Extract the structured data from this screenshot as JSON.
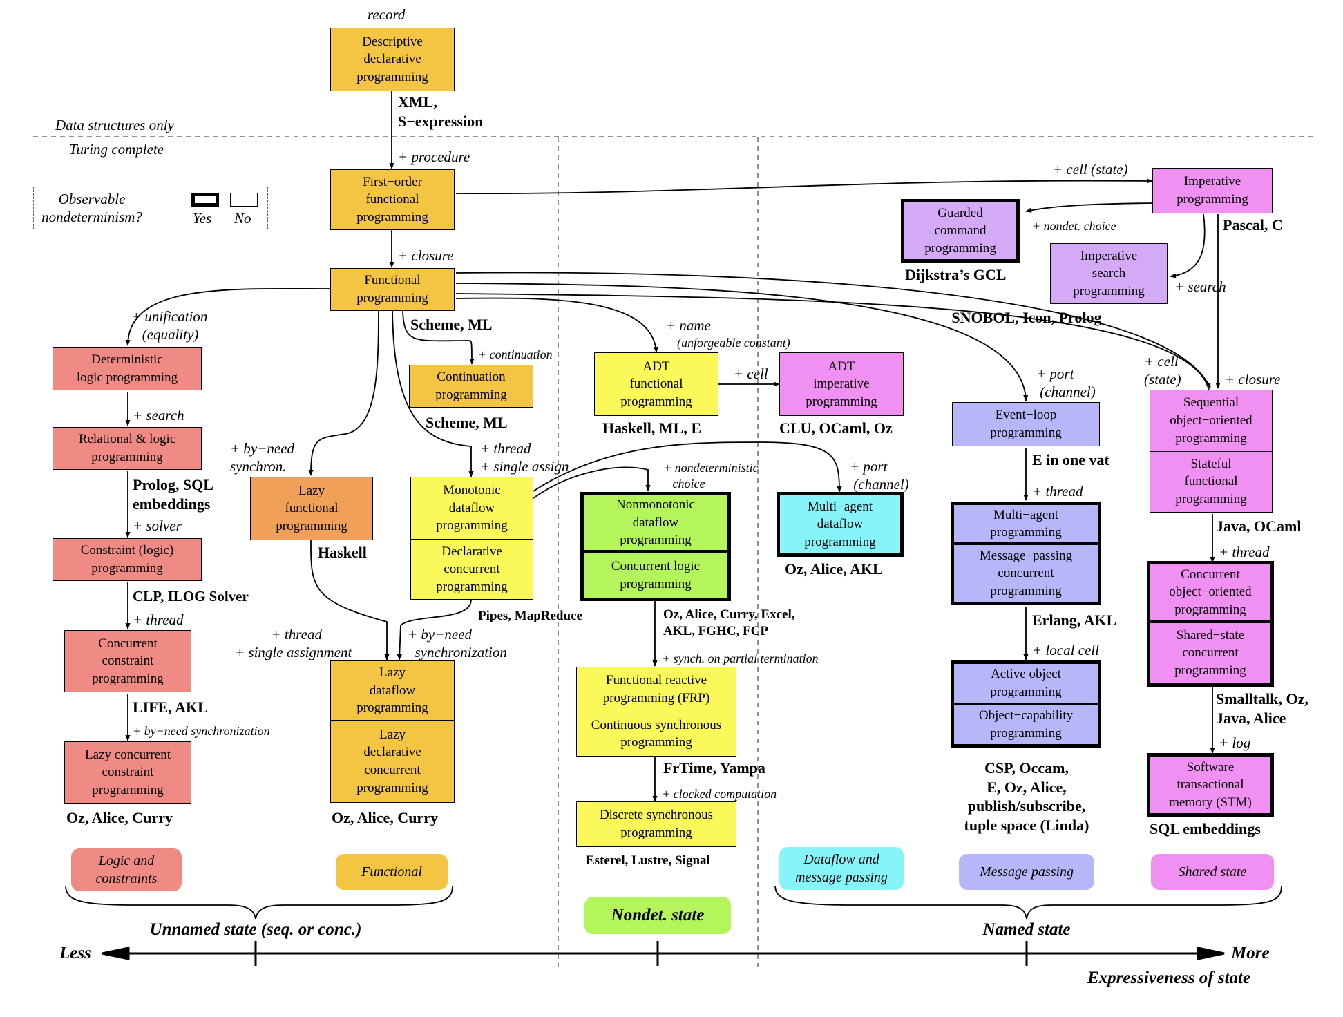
{
  "colors": {
    "orange": "#f4c542",
    "red": "#f08a84",
    "lazy_orange": "#f0a058",
    "yellow": "#fbf85a",
    "green": "#b4f55c",
    "cyan": "#86f4f8",
    "blue": "#b6b6f8",
    "violet": "#d4aaf6",
    "magenta": "#f090f2"
  },
  "legend": {
    "question": "Observable\nnondeterminism?",
    "yes": "Yes",
    "no": "No"
  },
  "region_labels": {
    "data_only": "Data structures only",
    "turing": "Turing complete"
  },
  "boxes": [
    {
      "id": "descriptive",
      "color": "orange",
      "thick": false,
      "cells": [
        "Descriptive\ndeclarative\nprogramming"
      ]
    },
    {
      "id": "first-order",
      "color": "orange",
      "thick": false,
      "cells": [
        "First−order\nfunctional\nprogramming"
      ]
    },
    {
      "id": "functional",
      "color": "orange",
      "thick": false,
      "cells": [
        "Functional\nprogramming"
      ]
    },
    {
      "id": "deterministic-logic",
      "color": "red",
      "thick": false,
      "cells": [
        "Deterministic\nlogic programming"
      ]
    },
    {
      "id": "relational-logic",
      "color": "red",
      "thick": false,
      "cells": [
        "Relational & logic\nprogramming"
      ]
    },
    {
      "id": "constraint-logic",
      "color": "red",
      "thick": false,
      "cells": [
        "Constraint (logic)\nprogramming"
      ]
    },
    {
      "id": "concurrent-constraint",
      "color": "red",
      "thick": false,
      "cells": [
        "Concurrent\nconstraint\nprogramming"
      ]
    },
    {
      "id": "lazy-concurrent-constraint",
      "color": "red",
      "thick": false,
      "cells": [
        "Lazy concurrent\nconstraint\nprogramming"
      ]
    },
    {
      "id": "continuation",
      "color": "orange",
      "thick": false,
      "cells": [
        "Continuation\nprogramming"
      ]
    },
    {
      "id": "lazy-functional",
      "color": "lazy_orange",
      "thick": false,
      "cells": [
        "Lazy\nfunctional\nprogramming"
      ]
    },
    {
      "id": "monotonic-dataflow",
      "color": "yellow",
      "thick": false,
      "cells": [
        "Monotonic\ndataflow\nprogramming",
        "Declarative\nconcurrent\nprogramming"
      ]
    },
    {
      "id": "lazy-dataflow",
      "color": "orange",
      "thick": false,
      "cells": [
        "Lazy\ndataflow\nprogramming",
        "Lazy\ndeclarative\nconcurrent\nprogramming"
      ]
    },
    {
      "id": "adt-functional",
      "color": "yellow",
      "thick": false,
      "cells": [
        "ADT\nfunctional\nprogramming"
      ]
    },
    {
      "id": "adt-imperative",
      "color": "magenta",
      "thick": false,
      "cells": [
        "ADT\nimperative\nprogramming"
      ]
    },
    {
      "id": "nonmonotonic-dataflow",
      "color": "green",
      "thick": true,
      "cells": [
        "Nonmonotonic\ndataflow\nprogramming",
        "Concurrent logic\nprogramming"
      ]
    },
    {
      "id": "multi-agent-dataflow",
      "color": "cyan",
      "thick": true,
      "cells": [
        "Multi−agent\ndataflow\nprogramming"
      ]
    },
    {
      "id": "frp",
      "color": "yellow",
      "thick": false,
      "cells": [
        "Functional reactive\nprogramming (FRP)",
        "Continuous synchronous\nprogramming"
      ]
    },
    {
      "id": "discrete-synchronous",
      "color": "yellow",
      "thick": false,
      "cells": [
        "Discrete synchronous\nprogramming"
      ]
    },
    {
      "id": "event-loop",
      "color": "blue",
      "thick": false,
      "cells": [
        "Event−loop\nprogramming"
      ]
    },
    {
      "id": "multi-agent",
      "color": "blue",
      "thick": true,
      "cells": [
        "Multi−agent\nprogramming",
        "Message−passing\nconcurrent\nprogramming"
      ]
    },
    {
      "id": "active-object",
      "color": "blue",
      "thick": true,
      "cells": [
        "Active object\nprogramming",
        "Object−capability\nprogramming"
      ]
    },
    {
      "id": "imperative",
      "color": "magenta",
      "thick": false,
      "cells": [
        "Imperative\nprogramming"
      ]
    },
    {
      "id": "guarded-command",
      "color": "violet",
      "thick": true,
      "cells": [
        "Guarded\ncommand\nprogramming"
      ]
    },
    {
      "id": "imperative-search",
      "color": "violet",
      "thick": false,
      "cells": [
        "Imperative\nsearch\nprogramming"
      ]
    },
    {
      "id": "sequential-oo",
      "color": "magenta",
      "thick": false,
      "cells": [
        "Sequential\nobject−oriented\nprogramming",
        "Stateful\nfunctional\nprogramming"
      ]
    },
    {
      "id": "concurrent-oo",
      "color": "magenta",
      "thick": true,
      "cells": [
        "Concurrent\nobject−oriented\nprogramming",
        "Shared−state\nconcurrent\nprogramming"
      ]
    },
    {
      "id": "stm",
      "color": "magenta",
      "thick": true,
      "cells": [
        "Software\ntransactional\nmemory (STM)"
      ]
    }
  ],
  "concept_labels": [
    {
      "id": "record",
      "text": "record"
    },
    {
      "id": "procedure",
      "text": "+ procedure"
    },
    {
      "id": "closure",
      "text": "+ closure"
    },
    {
      "id": "unification",
      "text": "+ unification\n   (equality)"
    },
    {
      "id": "search-logic",
      "text": "+ search"
    },
    {
      "id": "solver",
      "text": "+ solver"
    },
    {
      "id": "thread-cc",
      "text": "+ thread"
    },
    {
      "id": "byneed-cc",
      "text": "+ by−need synchronization"
    },
    {
      "id": "continuation-lbl",
      "text": "+ continuation"
    },
    {
      "id": "byneed-sync",
      "text": "+ by−need\nsynchron."
    },
    {
      "id": "thread-single",
      "text": "+ thread\n+ single assign"
    },
    {
      "id": "thread-single-assign",
      "text": "          + thread\n+ single assignment"
    },
    {
      "id": "byneed-synchronization",
      "text": "+ by−need\n  synchronization"
    },
    {
      "id": "name",
      "text": "+ name"
    },
    {
      "id": "unforgeable",
      "text": "(unforgeable constant)"
    },
    {
      "id": "cell-adt",
      "text": "+ cell"
    },
    {
      "id": "nondet-choice",
      "text": "+ nondeterministic\n   choice"
    },
    {
      "id": "port-dataflow",
      "text": "+ port\n (channel)"
    },
    {
      "id": "synch-partial",
      "text": "+ synch. on partial termination"
    },
    {
      "id": "clocked",
      "text": "+ clocked computation"
    },
    {
      "id": "port-event",
      "text": "+ port\n (channel)"
    },
    {
      "id": "thread-mp",
      "text": "+ thread"
    },
    {
      "id": "local-cell",
      "text": "+ local cell"
    },
    {
      "id": "cell-state-top",
      "text": "+ cell (state)"
    },
    {
      "id": "nondet-choice-gc",
      "text": "+ nondet. choice"
    },
    {
      "id": "search-imp",
      "text": "+ search"
    },
    {
      "id": "cell-state",
      "text": "+ cell\n(state)"
    },
    {
      "id": "closure-oo",
      "text": "+ closure"
    },
    {
      "id": "thread-oo",
      "text": "+ thread"
    },
    {
      "id": "log",
      "text": "+ log"
    }
  ],
  "language_labels": [
    {
      "id": "xml",
      "text": "XML,\nS−expression"
    },
    {
      "id": "scheme-ml-1",
      "text": "Scheme, ML"
    },
    {
      "id": "scheme-ml-2",
      "text": "Scheme, ML"
    },
    {
      "id": "prolog-sql",
      "text": "Prolog, SQL\nembeddings"
    },
    {
      "id": "clp",
      "text": "CLP, ILOG Solver"
    },
    {
      "id": "life",
      "text": "LIFE, AKL"
    },
    {
      "id": "oz-alice-curry-1",
      "text": "Oz, Alice, Curry"
    },
    {
      "id": "haskell",
      "text": "Haskell"
    },
    {
      "id": "pipes",
      "text": "Pipes, MapReduce"
    },
    {
      "id": "oz-alice-curry-2",
      "text": "Oz, Alice, Curry"
    },
    {
      "id": "haskell-ml-e",
      "text": "Haskell, ML, E"
    },
    {
      "id": "clu",
      "text": "CLU, OCaml, Oz"
    },
    {
      "id": "oz-alice-curry-excel",
      "text": "Oz, Alice, Curry, Excel,\nAKL, FGHC, FCP"
    },
    {
      "id": "oz-alice-akl",
      "text": "Oz, Alice, AKL"
    },
    {
      "id": "frtime",
      "text": "FrTime, Yampa"
    },
    {
      "id": "esterel",
      "text": "Esterel, Lustre, Signal"
    },
    {
      "id": "e-one-vat",
      "text": "E in one vat"
    },
    {
      "id": "erlang",
      "text": "Erlang, AKL"
    },
    {
      "id": "csp",
      "text": "CSP, Occam,\nE, Oz, Alice,\npublish/subscribe,\ntuple space (Linda)"
    },
    {
      "id": "dijkstra",
      "text": "Dijkstra’s GCL"
    },
    {
      "id": "pascal",
      "text": "Pascal, C"
    },
    {
      "id": "snobol",
      "text": "SNOBOL, Icon, Prolog"
    },
    {
      "id": "java-ocaml",
      "text": "Java, OCaml"
    },
    {
      "id": "smalltalk",
      "text": "Smalltalk, Oz,\nJava, Alice"
    },
    {
      "id": "sql-embeddings",
      "text": "SQL embeddings"
    }
  ],
  "categories": [
    {
      "id": "logic-constraints",
      "text": "Logic and\nconstraints",
      "color": "red"
    },
    {
      "id": "functional-cat",
      "text": "Functional",
      "color": "orange"
    },
    {
      "id": "nondet-state",
      "text": "Nondet. state",
      "color": "green"
    },
    {
      "id": "dataflow-mp",
      "text": "Dataflow and\nmessage passing",
      "color": "cyan"
    },
    {
      "id": "message-passing",
      "text": "Message passing",
      "color": "blue"
    },
    {
      "id": "shared-state",
      "text": "Shared state",
      "color": "magenta"
    }
  ],
  "braces": {
    "unnamed": "Unnamed state (seq. or conc.)",
    "named": "Named state"
  },
  "axis": {
    "less": "Less",
    "more": "More",
    "title": "Expressiveness of state"
  }
}
